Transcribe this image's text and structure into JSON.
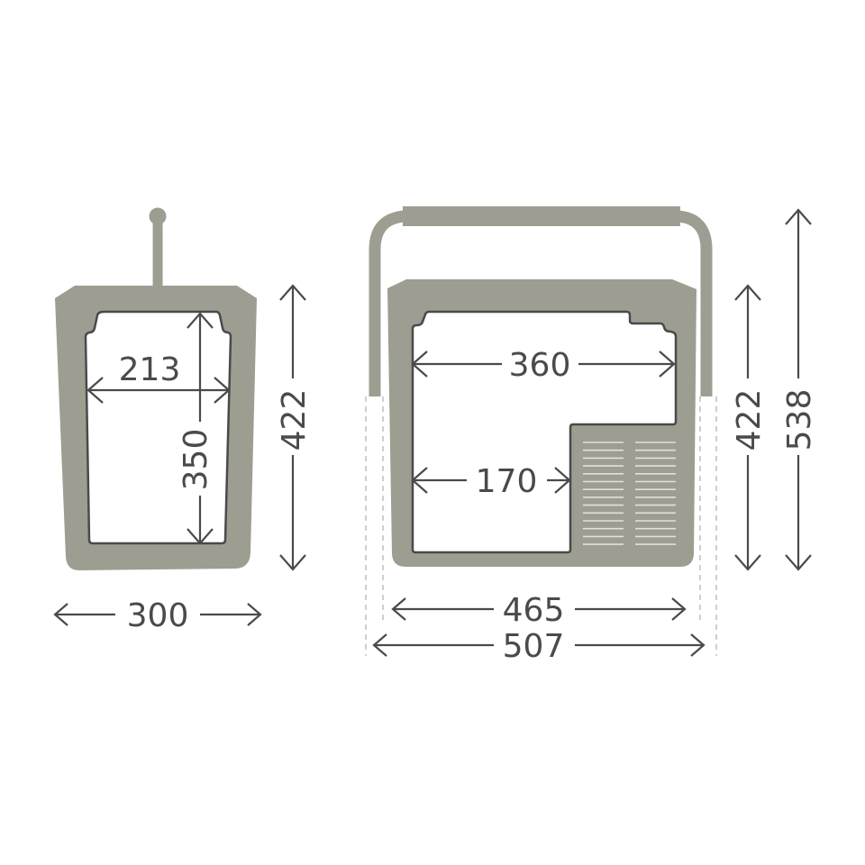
{
  "colors": {
    "body": "#9d9d91",
    "lines": "#4a4a4a",
    "background": "#ffffff"
  },
  "side_view": {
    "inner_width": "213",
    "inner_height": "350",
    "outer_height": "422",
    "outer_depth": "300"
  },
  "front_view": {
    "inner_width": "360",
    "inner_width_lower": "170",
    "outer_height": "422",
    "height_with_handle": "538",
    "body_width": "465",
    "width_with_handle": "507"
  }
}
